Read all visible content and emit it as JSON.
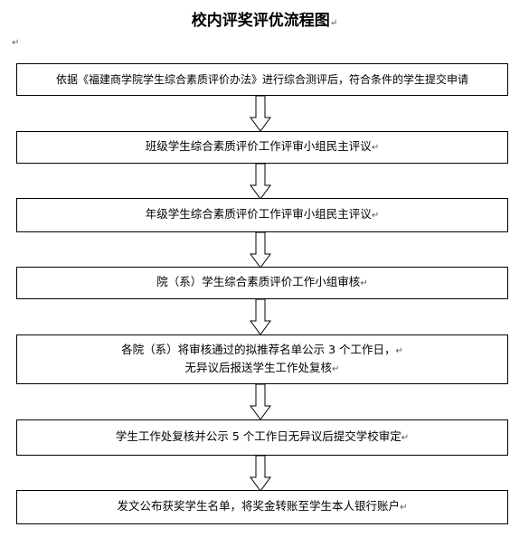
{
  "title": "校内评奖评优流程图",
  "return_mark": "↵",
  "steps": [
    {
      "lines": [
        "依据《福建商学院学生综合素质评价办法》进行综合测评后，符合条件的学生提交申请"
      ]
    },
    {
      "lines": [
        "班级学生综合素质评价工作评审小组民主评议"
      ]
    },
    {
      "lines": [
        "年级学生综合素质评价工作评审小组民主评议"
      ]
    },
    {
      "lines": [
        "院（系）学生综合素质评价工作小组审核"
      ]
    },
    {
      "lines": [
        "各院（系）将审核通过的拟推荐名单公示 3 个工作日，",
        "无异议后报送学生工作处复核"
      ]
    },
    {
      "lines": [
        "学生工作处复核并公示 5 个工作日无异议后提交学校审定"
      ]
    },
    {
      "lines": [
        "发文公布获奖学生名单，将奖金转账至学生本人银行账户"
      ]
    }
  ]
}
